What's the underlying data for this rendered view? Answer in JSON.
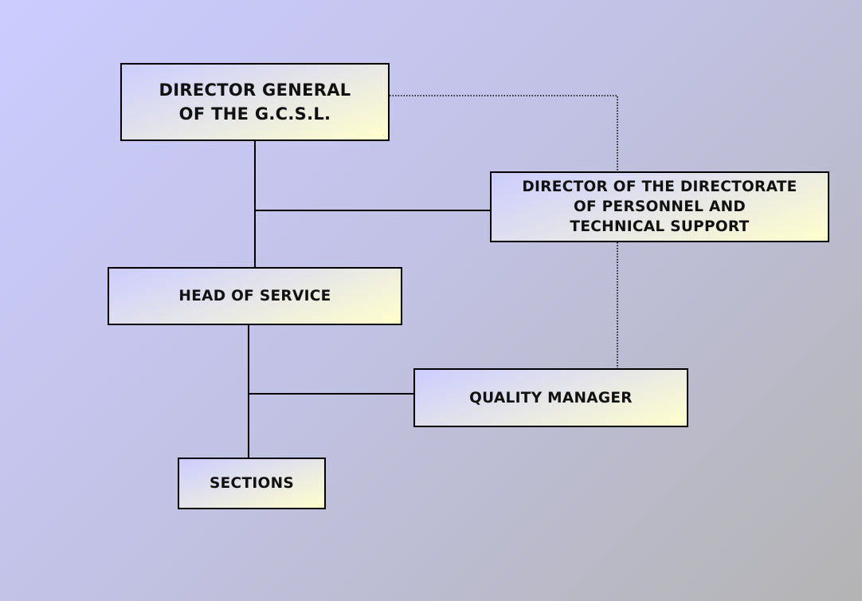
{
  "boxes": {
    "director_general": "DIRECTOR GENERAL\nOF THE G.C.S.L.",
    "director_personnel": "DIRECTOR OF THE DIRECTORATE\nOF PERSONNEL AND\nTECHNICAL SUPPORT",
    "head_of_service": "HEAD OF SERVICE",
    "quality_manager": "QUALITY MANAGER",
    "sections": "SECTIONS"
  },
  "colors": {
    "line": "#000000",
    "box_gradient_start": "#ccccff",
    "box_gradient_end": "#ffffcc"
  }
}
